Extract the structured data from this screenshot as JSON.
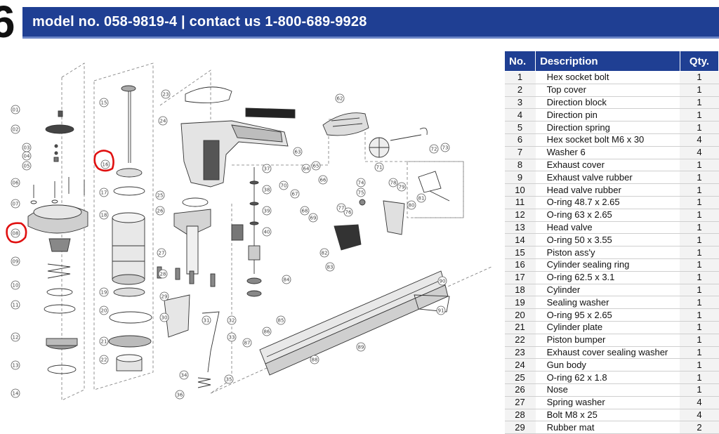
{
  "page": {
    "number": "6"
  },
  "header": {
    "title": "model no. 058-9819-4 | contact us 1-800-689-9928"
  },
  "table": {
    "headers": {
      "no": "No.",
      "description": "Description",
      "qty": "Qty."
    },
    "rows": [
      {
        "no": "1",
        "description": "Hex socket bolt",
        "qty": "1"
      },
      {
        "no": "2",
        "description": "Top cover",
        "qty": "1"
      },
      {
        "no": "3",
        "description": "Direction block",
        "qty": "1"
      },
      {
        "no": "4",
        "description": "Direction pin",
        "qty": "1"
      },
      {
        "no": "5",
        "description": "Direction spring",
        "qty": "1"
      },
      {
        "no": "6",
        "description": "Hex socket bolt M6 x 30",
        "qty": "4"
      },
      {
        "no": "7",
        "description": "Washer 6",
        "qty": "4"
      },
      {
        "no": "8",
        "description": "Exhaust cover",
        "qty": "1"
      },
      {
        "no": "9",
        "description": "Exhaust valve rubber",
        "qty": "1"
      },
      {
        "no": "10",
        "description": "Head valve rubber",
        "qty": "1"
      },
      {
        "no": "11",
        "description": "O-ring 48.7 x 2.65",
        "qty": "1"
      },
      {
        "no": "12",
        "description": "O-ring 63 x 2.65",
        "qty": "1"
      },
      {
        "no": "13",
        "description": "Head valve",
        "qty": "1"
      },
      {
        "no": "14",
        "description": "O-ring 50 x 3.55",
        "qty": "1"
      },
      {
        "no": "15",
        "description": "Piston ass'y",
        "qty": "1"
      },
      {
        "no": "16",
        "description": "Cylinder sealing ring",
        "qty": "1"
      },
      {
        "no": "17",
        "description": "O-ring 62.5 x 3.1",
        "qty": "1"
      },
      {
        "no": "18",
        "description": "Cylinder",
        "qty": "1"
      },
      {
        "no": "19",
        "description": "Sealing washer",
        "qty": "1"
      },
      {
        "no": "20",
        "description": "O-ring 95 x 2.65",
        "qty": "1"
      },
      {
        "no": "21",
        "description": "Cylinder plate",
        "qty": "1"
      },
      {
        "no": "22",
        "description": "Piston bumper",
        "qty": "1"
      },
      {
        "no": "23",
        "description": "Exhaust cover sealing washer",
        "qty": "1"
      },
      {
        "no": "24",
        "description": "Gun body",
        "qty": "1"
      },
      {
        "no": "25",
        "description": "O-ring 62 x 1.8",
        "qty": "1"
      },
      {
        "no": "26",
        "description": "Nose",
        "qty": "1"
      },
      {
        "no": "27",
        "description": "Spring washer",
        "qty": "4"
      },
      {
        "no": "28",
        "description": "Bolt M8 x 25",
        "qty": "4"
      },
      {
        "no": "29",
        "description": "Rubber mat",
        "qty": "2"
      }
    ]
  },
  "diagram": {
    "highlight_color": "#e01010",
    "callouts_left": [
      "01",
      "02",
      "03",
      "04",
      "05",
      "06",
      "07",
      "08",
      "09",
      "10",
      "11",
      "12",
      "13",
      "14"
    ],
    "callouts_mid": [
      "15",
      "16",
      "17",
      "18",
      "19",
      "20",
      "21",
      "22"
    ],
    "callouts_body": [
      "23",
      "24",
      "25",
      "26",
      "27",
      "28",
      "29",
      "30",
      "31",
      "32",
      "33",
      "34",
      "35",
      "36",
      "37",
      "38",
      "39",
      "40"
    ],
    "callouts_right": [
      "62",
      "63",
      "64",
      "65",
      "66",
      "67",
      "68",
      "69",
      "70",
      "71",
      "72",
      "73",
      "74",
      "75",
      "76",
      "77",
      "78",
      "79",
      "80",
      "81",
      "82",
      "83",
      "84",
      "85",
      "86",
      "87",
      "88",
      "89",
      "90",
      "91"
    ]
  }
}
